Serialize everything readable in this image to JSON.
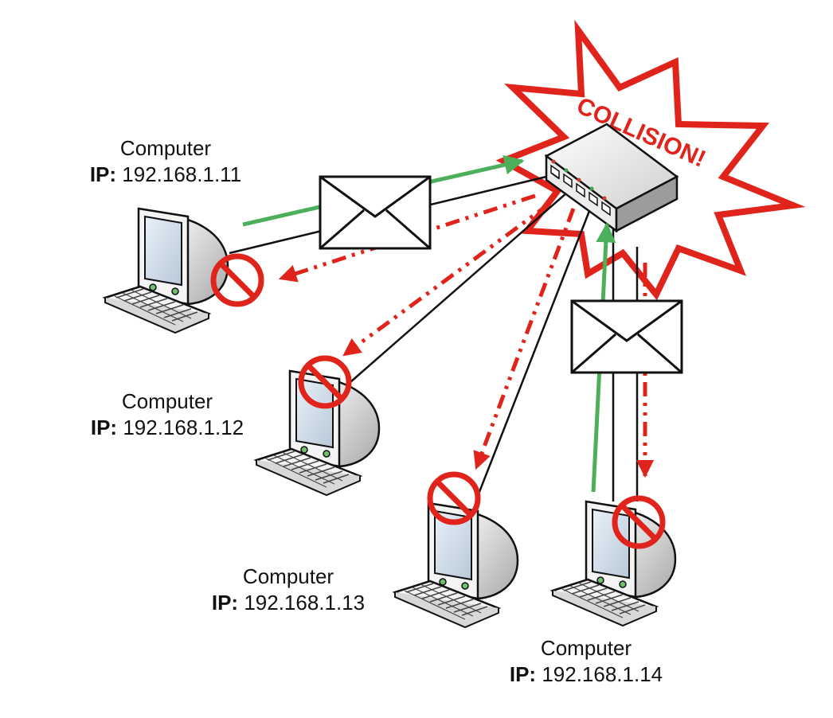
{
  "banner": {
    "text": "COLLISION!",
    "color": "#e0241b"
  },
  "colors": {
    "tx_arrow": "#4caf5a",
    "collision_arrow": "#e0241b",
    "cable": "#111111"
  },
  "icons": {
    "device": "network-switch-icon",
    "node": "computer-icon",
    "packet": "envelope-icon",
    "blocked": "no-entry-icon"
  },
  "computers": [
    {
      "name": "Computer",
      "ip_label": "IP:",
      "ip": "192.168.1.11"
    },
    {
      "name": "Computer",
      "ip_label": "IP:",
      "ip": "192.168.1.12"
    },
    {
      "name": "Computer",
      "ip_label": "IP:",
      "ip": "192.168.1.13"
    },
    {
      "name": "Computer",
      "ip_label": "IP:",
      "ip": "192.168.1.14"
    }
  ]
}
